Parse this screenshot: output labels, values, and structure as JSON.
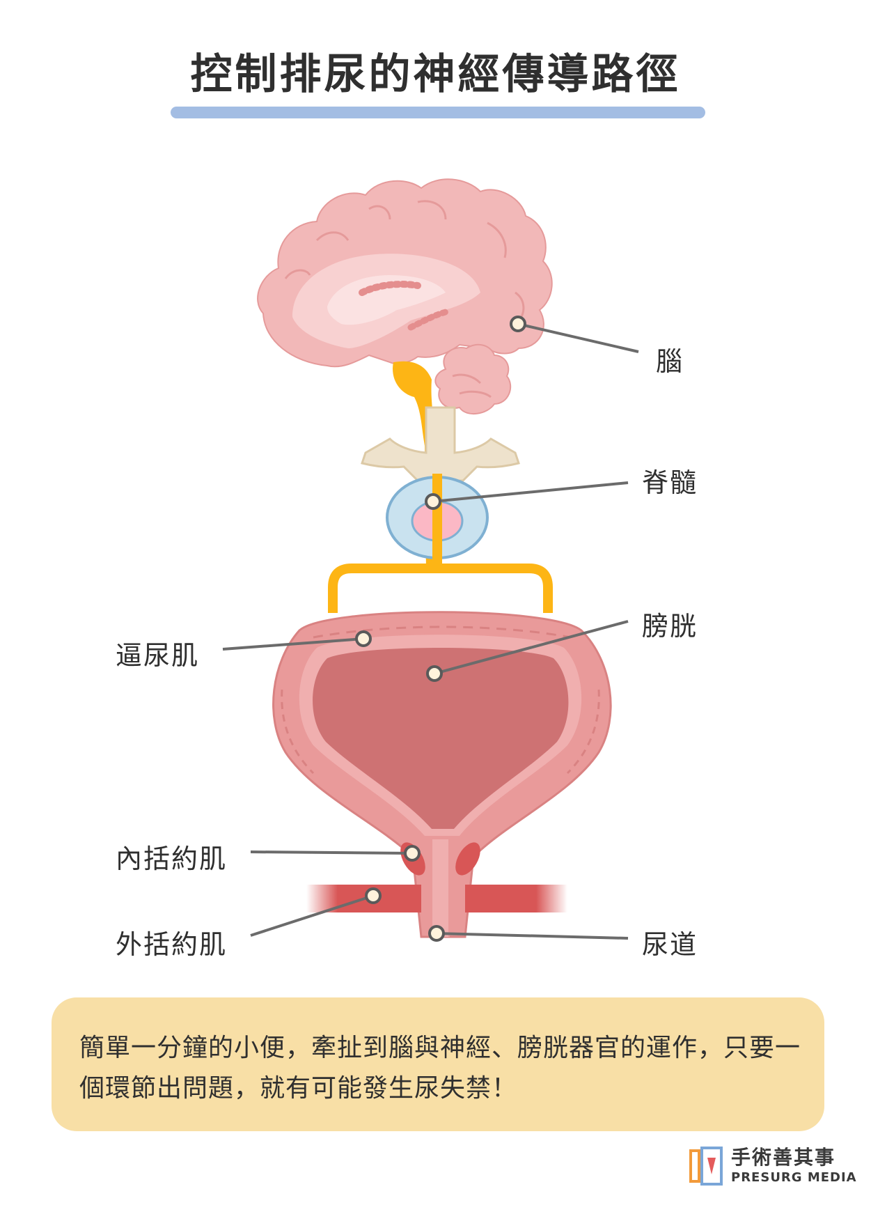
{
  "title": "控制排尿的神經傳導路徑",
  "labels": {
    "brain": "腦",
    "spinal_cord": "脊髓",
    "bladder": "膀胱",
    "detrusor": "逼尿肌",
    "internal_sphincter": "內括約肌",
    "external_sphincter": "外括約肌",
    "urethra": "尿道"
  },
  "note": "簡單一分鐘的小便，牽扯到腦與神經、膀胱器官的運作，只要一個環節出問題，就有可能發生尿失禁！",
  "logo": {
    "name_cn": "手術善其事",
    "name_en": "PRESURG MEDIA"
  },
  "colors": {
    "title_bar": "#a3bde3",
    "nerve": "#fdb515",
    "brain": "#f2b8b8",
    "bladder_wall": "#e99a9a",
    "bladder_inner": "#ce7273",
    "sphincter": "#d85656",
    "note_bg": "#f8dfa6",
    "spinal_disc": "#c9e2ef",
    "vertebra": "#eee2cc"
  }
}
